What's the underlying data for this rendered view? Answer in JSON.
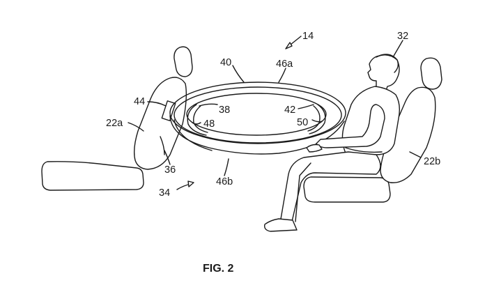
{
  "figure": {
    "caption": "FIG. 2",
    "labels": {
      "l14": "14",
      "l32": "32",
      "l40": "40",
      "l46a": "46a",
      "l44": "44",
      "l38": "38",
      "l42": "42",
      "l22a": "22a",
      "l48": "48",
      "l50": "50",
      "l36": "36",
      "l22b": "22b",
      "l46b": "46b",
      "l34": "34"
    }
  }
}
